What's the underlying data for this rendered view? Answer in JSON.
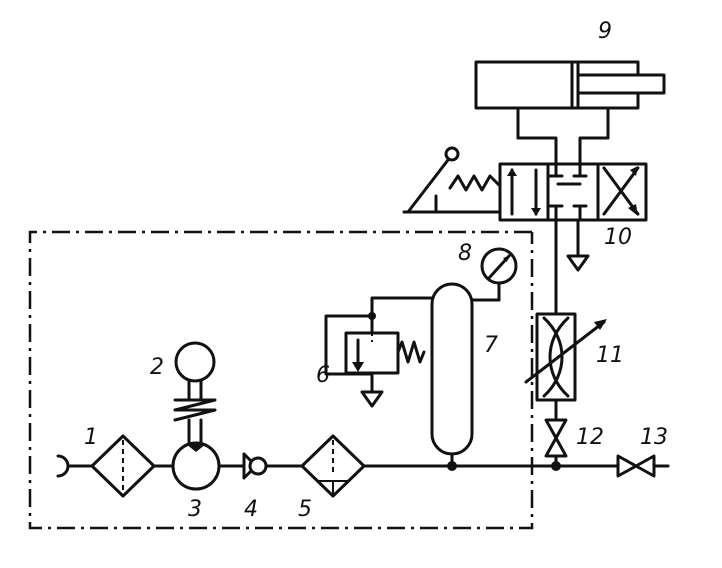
{
  "diagram": {
    "labels": {
      "filter_intake": "1",
      "motor": "2",
      "compressor": "3",
      "check_valve": "4",
      "filter_outlet": "5",
      "relief_valve": "6",
      "receiver_tank": "7",
      "pressure_gauge": "8",
      "cylinder": "9",
      "directional_valve": "10",
      "flow_control_valve": "11",
      "shutoff_valve": "12",
      "outlet_valve": "13"
    }
  }
}
